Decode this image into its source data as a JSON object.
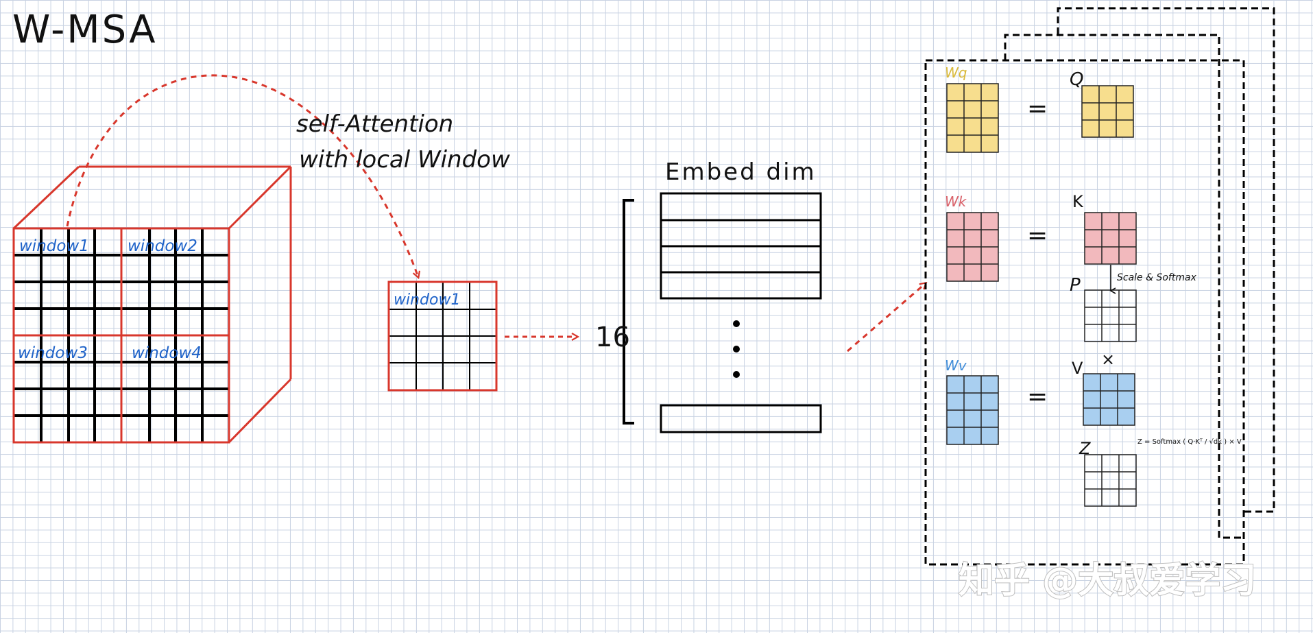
{
  "title": "W-MSA",
  "annotation": [
    "self-Attention",
    "with local Window"
  ],
  "feature_map": {
    "windows": [
      "window1",
      "window2",
      "window3",
      "window4"
    ]
  },
  "single_window": {
    "label": "window1"
  },
  "embedding": {
    "label": "Embed dim",
    "rows": "16"
  },
  "weights": {
    "wq": "Wq",
    "wk": "Wk",
    "wv": "Wv",
    "eq": "=",
    "q": "Q",
    "k": "K",
    "p": "P",
    "v": "V",
    "z": "Z",
    "times": "×",
    "scale_note": "Scale & Softmax",
    "formula": "Z = Softmax ( Q·Kᵀ / √dk ) × V",
    "colors": {
      "yellow": "#f7de8e",
      "pink": "#f2b9bd",
      "blue": "#a9cff0"
    }
  },
  "watermark": "知乎 @大叔爱学习"
}
